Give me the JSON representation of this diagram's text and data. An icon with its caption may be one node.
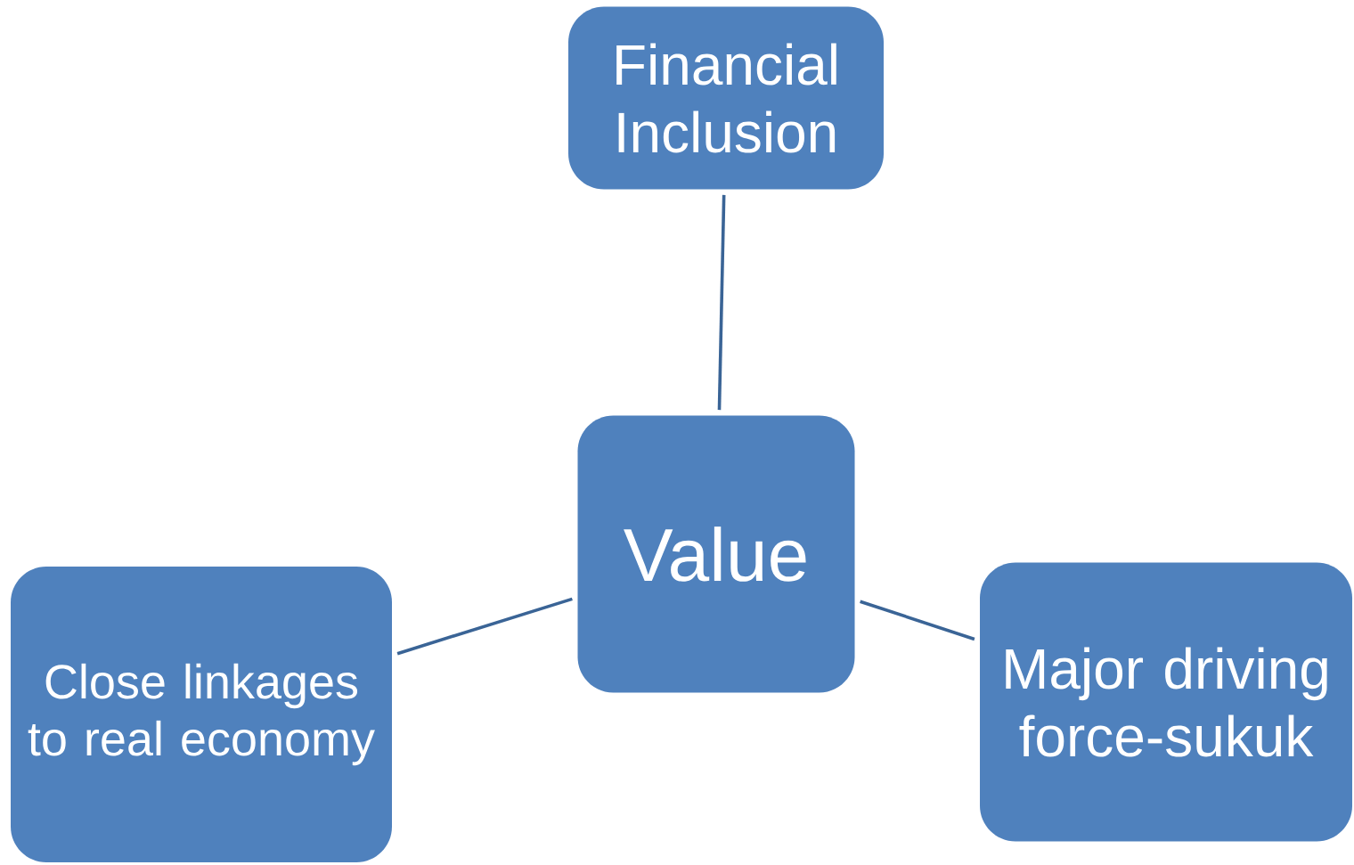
{
  "diagram": {
    "nodes": [
      {
        "text": [
          "Financial Inclusion"
        ]
      },
      {
        "text": [
          "Value"
        ]
      },
      {
        "text": [
          "Close linkages to real economy"
        ]
      },
      {
        "text": [
          "Major driving force-sukuk"
        ]
      }
    ],
    "edges": [
      {
        "from": 1,
        "to": 0,
        "arrow": "none"
      },
      {
        "from": 1,
        "to": 2,
        "arrow": "none"
      },
      {
        "from": 1,
        "to": 3,
        "arrow": "none"
      }
    ]
  }
}
